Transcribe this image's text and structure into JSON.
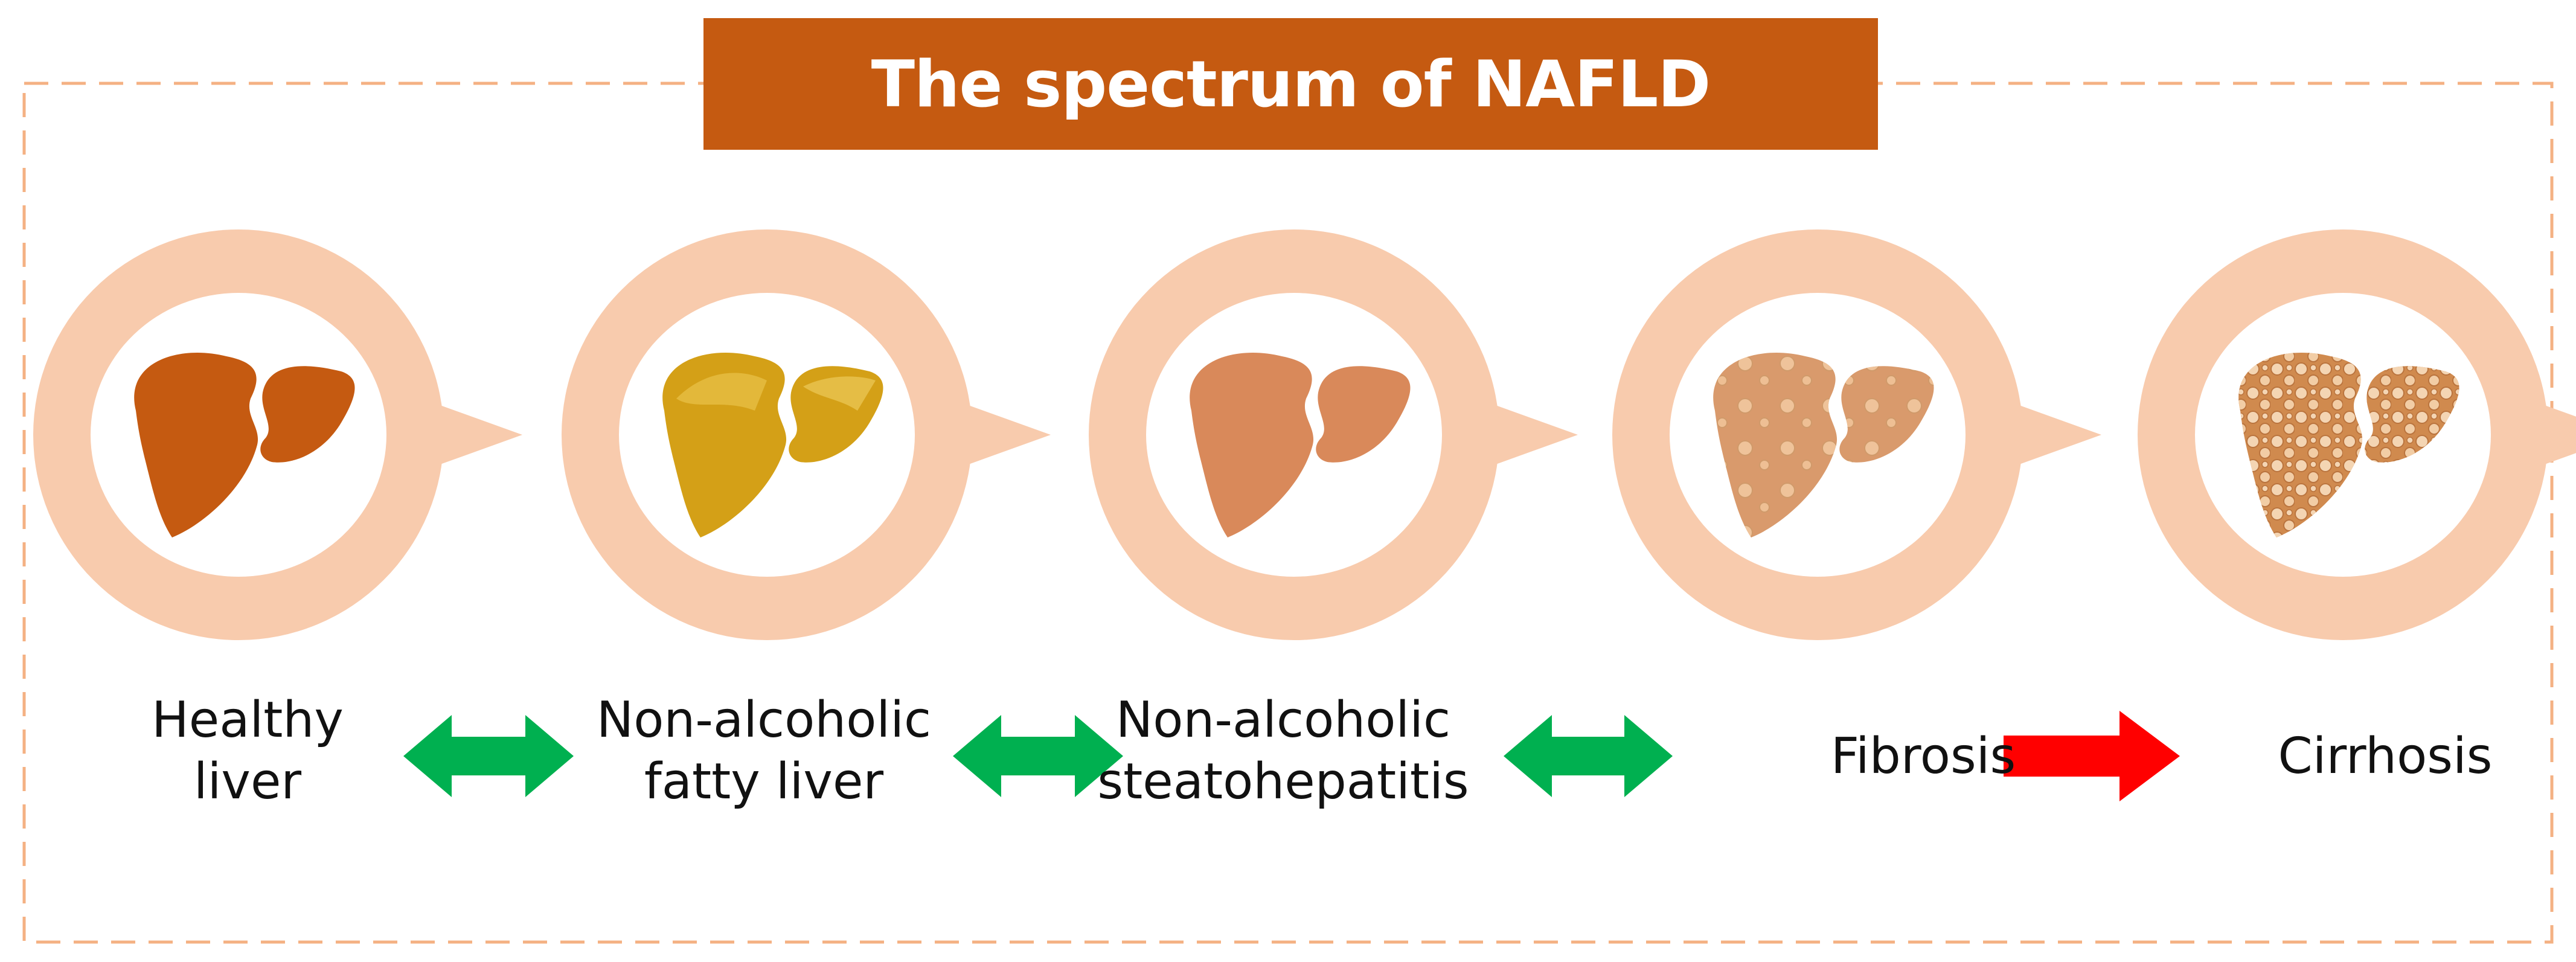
{
  "title": "The spectrum of NAFLD",
  "colors": {
    "title_bg": "#c55a11",
    "title_text": "#ffffff",
    "frame_dash": "#f4b183",
    "bubble": "#f8cbad",
    "reversible_arrow": "#00b050",
    "progression_arrow": "#ff0000"
  },
  "stages": [
    {
      "lines": [
        "Healthy",
        "liver"
      ],
      "icon": "healthy-liver-icon",
      "color": "#c55a11"
    },
    {
      "lines": [
        "Non-alcoholic",
        "fatty liver"
      ],
      "icon": "fatty-liver-icon",
      "color": "#d4a017"
    },
    {
      "lines": [
        "Non-alcoholic",
        "steatohepatitis"
      ],
      "icon": "steatohepatitis-liver-icon",
      "color": "#d9895a"
    },
    {
      "lines": [
        "Fibrosis"
      ],
      "icon": "fibrosis-liver-icon",
      "color": "#d99a6c"
    },
    {
      "lines": [
        "Cirrhosis"
      ],
      "icon": "cirrhosis-liver-icon",
      "color": "#d08a4e"
    }
  ],
  "transitions": [
    {
      "kind": "reversible",
      "icon": "double-arrow-icon"
    },
    {
      "kind": "reversible",
      "icon": "double-arrow-icon"
    },
    {
      "kind": "reversible",
      "icon": "double-arrow-icon"
    },
    {
      "kind": "progression",
      "icon": "right-arrow-icon"
    }
  ]
}
